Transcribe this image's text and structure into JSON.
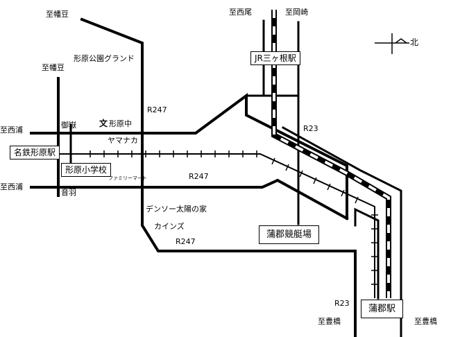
{
  "labels": {
    "to_hazu_top": "至幡豆",
    "to_hazu_left": "至幡豆",
    "katahara_park": "形原公園グランド",
    "r247_north": "R247",
    "to_nishiura_upper": "至西浦",
    "to_nishiura_lower": "至西浦",
    "ontake": "御嶽",
    "katahara_jhs": "形原中",
    "school_mark": "文",
    "yamanaka": "ヤマナカ",
    "familymart": "ファミリーマート",
    "r247_middle": "R247",
    "otowa": "音羽",
    "denso": "デンソー太陽の家",
    "cainz": "カインズ",
    "r247_south": "R247",
    "to_nishio": "至西尾",
    "to_okazaki": "至岡崎",
    "r23_north": "R23",
    "r23_south": "R23",
    "to_toyohashi_mid": "至豊橋",
    "to_toyohashi_right": "至豊橋",
    "north_arrow": "北"
  },
  "boxes": {
    "jr_mikawa_station": "JR三ヶ根駅",
    "meitetsu_katahara_station": "名鉄形原駅",
    "katahara_elementary": "形原小学校",
    "gamagori_boat": "蒲郡競艇場",
    "gamagori_station": "蒲郡駅"
  },
  "colors": {
    "line": "#000000",
    "background": "#ffffff"
  }
}
